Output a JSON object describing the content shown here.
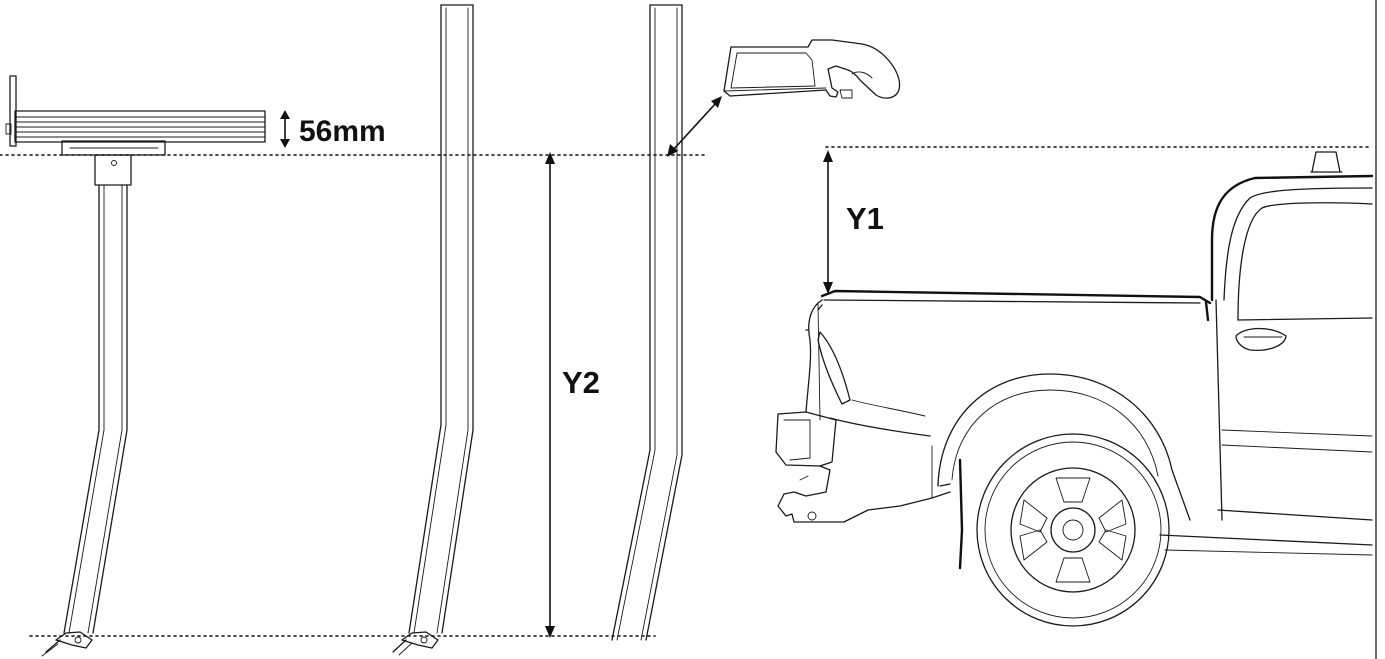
{
  "labels": {
    "offset_text": "56mm",
    "y1_text": "Y1",
    "y2_text": "Y2"
  },
  "colors": {
    "line": "#1a1a1a",
    "background": "#ffffff"
  },
  "icons": {
    "saw": "hacksaw-icon",
    "vehicle": "pickup-truck-icon"
  }
}
